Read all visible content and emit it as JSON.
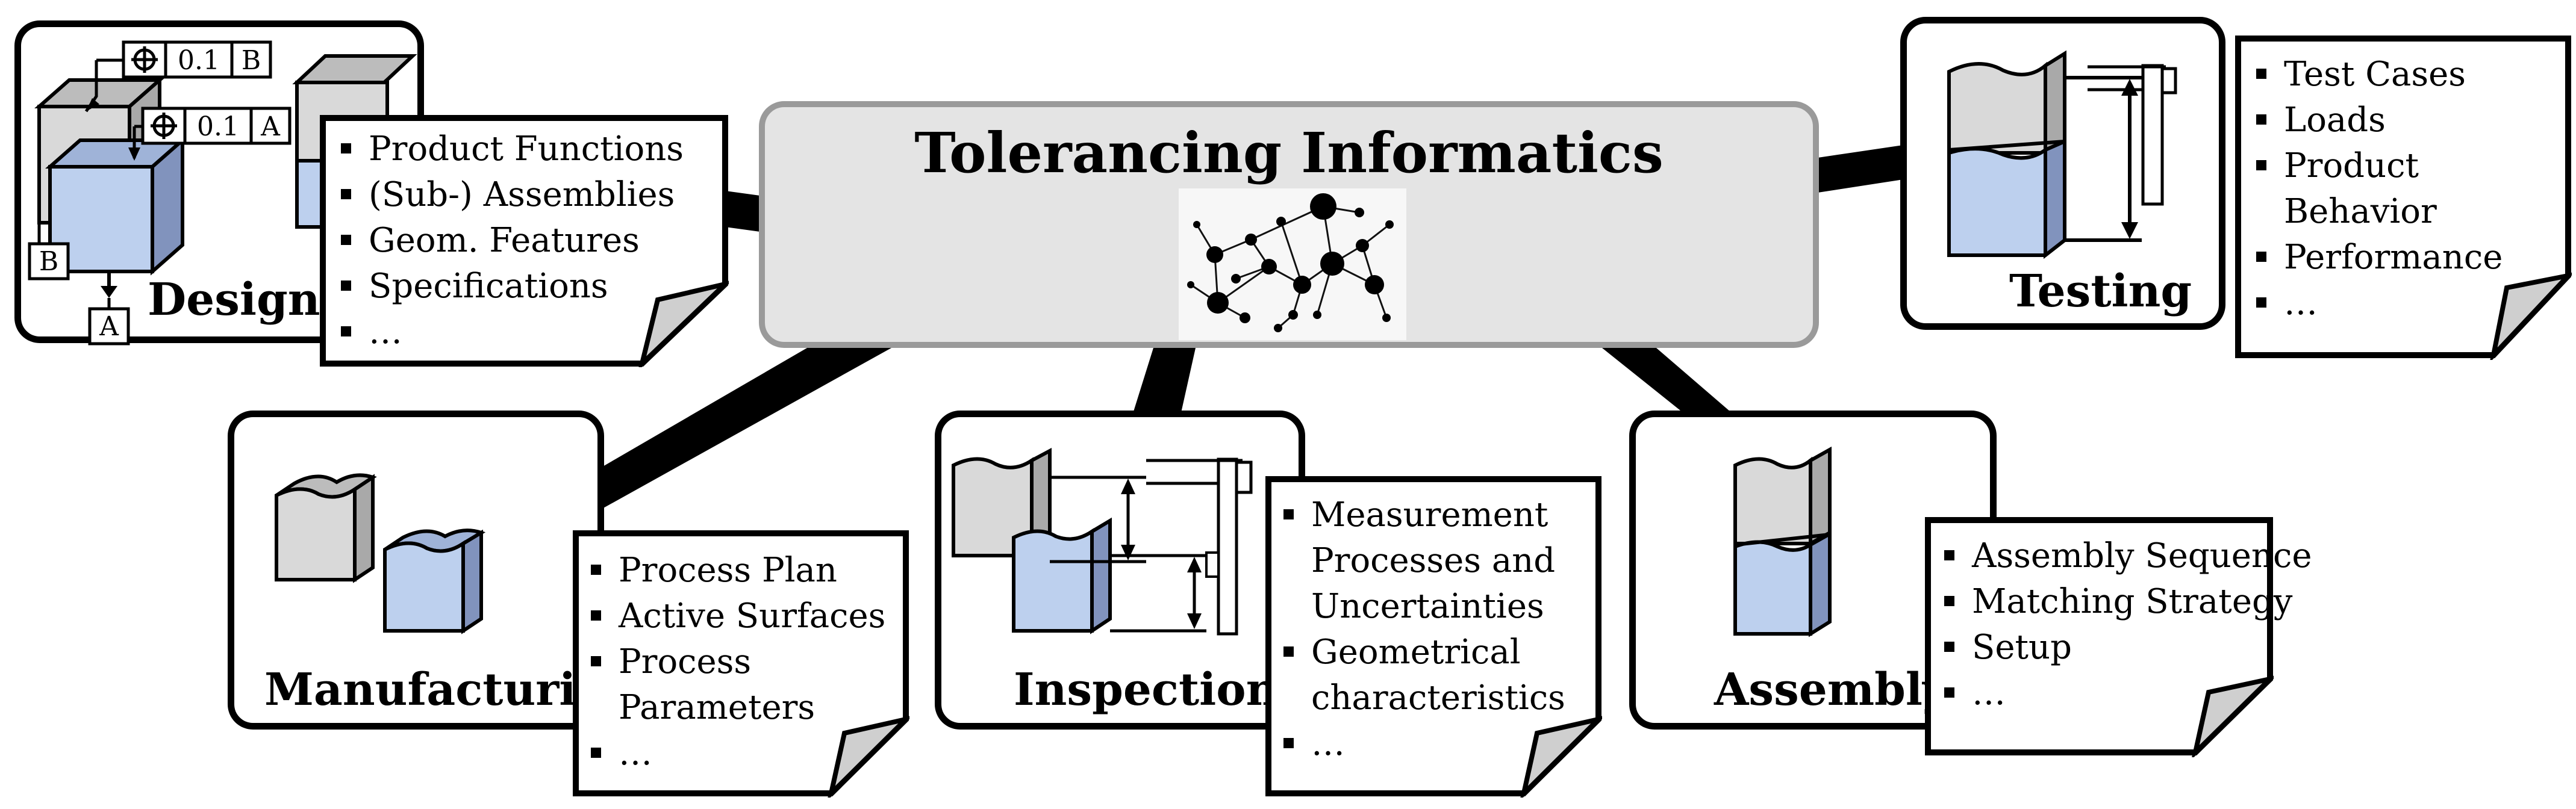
{
  "hub": {
    "title": "Tolerancing Informatics"
  },
  "design": {
    "title": "Design",
    "items": [
      "Product Functions",
      "(Sub-) Assemblies",
      "Geom. Features",
      "Specifications",
      "…"
    ],
    "gdt": {
      "tol1": "0.1",
      "ref1": "B",
      "tol2": "0.1",
      "ref2": "A",
      "datum_a": "A",
      "datum_b": "B"
    }
  },
  "testing": {
    "title": "Testing",
    "items": [
      "Test Cases",
      "Loads",
      "Product",
      "Behavior",
      "Performance",
      "…"
    ]
  },
  "manufacturing": {
    "title": "Manufacturing",
    "items": [
      "Process Plan",
      "Active Surfaces",
      "Process",
      "Parameters",
      "…"
    ]
  },
  "inspection": {
    "title": "Inspection",
    "items": [
      "Measurement",
      "Processes and",
      "Uncertainties",
      "Geometrical",
      "characteristics",
      "…"
    ]
  },
  "assembly": {
    "title": "Assembly",
    "items": [
      "Assembly Sequence",
      "Matching Strategy",
      "Setup",
      "…"
    ]
  },
  "colors": {
    "part_gray": "#d9d9d9",
    "part_blue": "#bdd0ee",
    "hub_fill": "#e4e4e4",
    "hub_border": "#9a9a9a",
    "note_fold": "#cfcfcf"
  }
}
